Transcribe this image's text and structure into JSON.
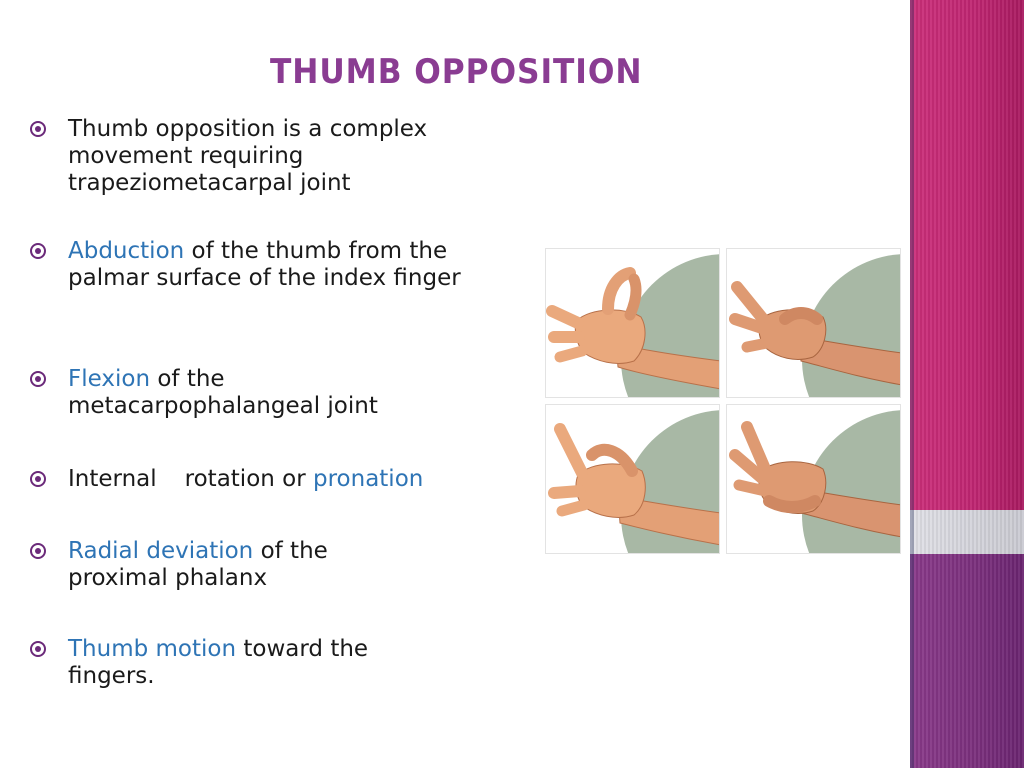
{
  "slide": {
    "title": "Thumb opposition",
    "bullets": [
      {
        "text": "Thumb opposition is a complex movement requiring trapeziometacarpal joint"
      },
      {
        "highlight": "Abduction",
        "rest": "of the thumb from the palmar surface of the index finger"
      },
      {
        "highlight": "Flexion",
        "rest": "of the metacarpophalangeal joint"
      },
      {
        "lead": "Internal",
        "mid": "rotation or",
        "highlight": "pronation"
      },
      {
        "highlight": "Radial deviation",
        "rest": "of the proximal phalanx"
      },
      {
        "highlight": "Thumb motion",
        "rest": "toward the fingers."
      }
    ]
  },
  "figure": {
    "panels": [
      "hand-pose-top-left",
      "hand-pose-top-right",
      "hand-pose-bottom-left",
      "hand-pose-bottom-right"
    ]
  },
  "colors": {
    "title": "#8a3c92",
    "highlight": "#2e74b5",
    "bullet_icon": "#6b2a7a",
    "strip_magenta": "#c02672",
    "strip_purple": "#7a2f7c",
    "panel_bg_shape": "#a8b8a5",
    "skin": "#e8a57a"
  }
}
